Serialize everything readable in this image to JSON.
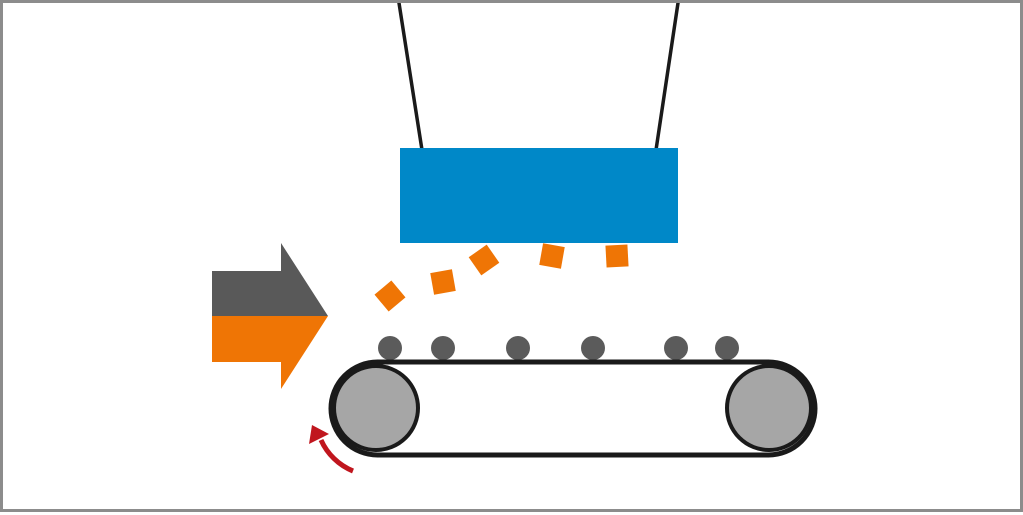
{
  "diagram": {
    "colors": {
      "frame_border": "#8c8c8c",
      "background": "#ffffff",
      "magnet": "#0088c8",
      "suspension_cable": "#1a1a1a",
      "ferrous_particle": "#ef7505",
      "nonferrous_particle": "#5b5b5b",
      "arrow_top": "#595959",
      "arrow_bottom": "#ef7505",
      "belt": "#1a1a1a",
      "pulley": "#a6a6a6",
      "rotation_arrow": "#c0161e"
    },
    "components": [
      "suspension-cables",
      "overband-magnet",
      "ferrous-particles",
      "conveyor-belt",
      "head-pulley",
      "tail-pulley",
      "nonferrous-particles",
      "material-flow-arrow",
      "rotation-arrow"
    ]
  }
}
